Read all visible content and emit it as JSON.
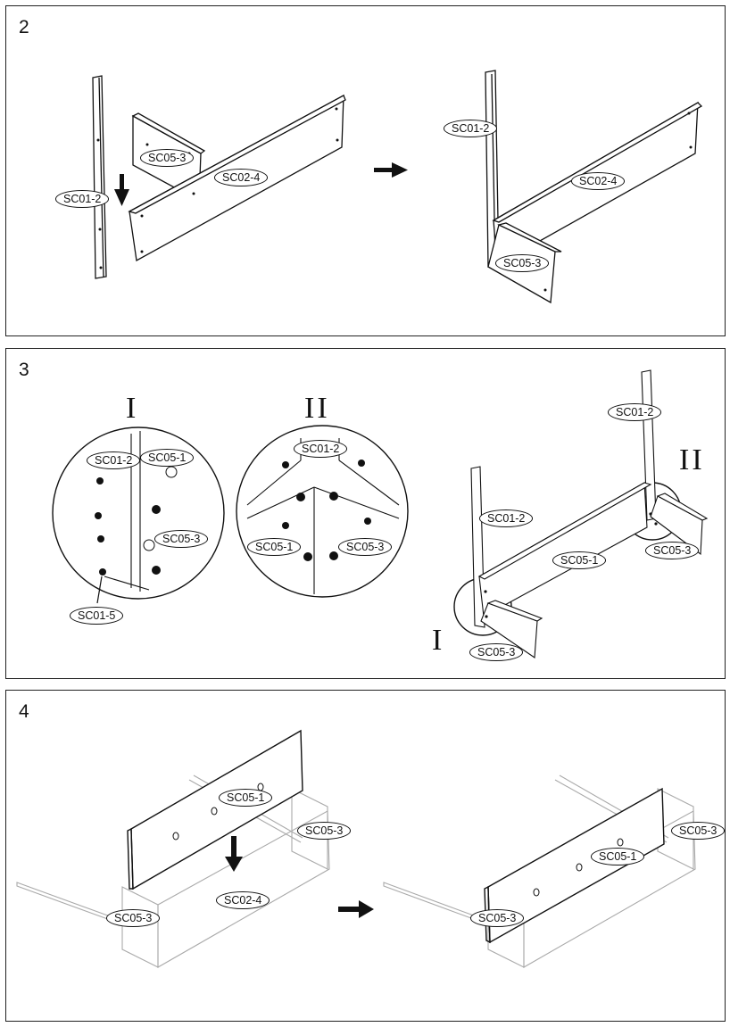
{
  "steps": [
    {
      "number": "2",
      "labels": {
        "a": "SC01-2",
        "b": "SC05-3",
        "c": "SC02-4",
        "d": "SC01-2",
        "e": "SC02-4",
        "f": "SC05-3"
      }
    },
    {
      "number": "3",
      "detail_marks": {
        "one": "I",
        "two": "II"
      },
      "labels": {
        "d1_a": "SC01-2",
        "d1_b": "SC05-1",
        "d1_c": "SC05-3",
        "d1_d": "SC01-5",
        "d2_a": "SC01-2",
        "d2_b": "SC05-1",
        "d2_c": "SC05-3",
        "m_a": "SC01-2",
        "m_b": "SC01-2",
        "m_c": "SC05-1",
        "m_d": "SC05-3",
        "m_e": "SC05-3"
      }
    },
    {
      "number": "4",
      "labels": {
        "a": "SC05-1",
        "b": "SC05-3",
        "c": "SC02-4",
        "d": "SC05-3",
        "e": "SC05-1",
        "f": "SC05-3",
        "g": "SC05-3"
      }
    }
  ]
}
